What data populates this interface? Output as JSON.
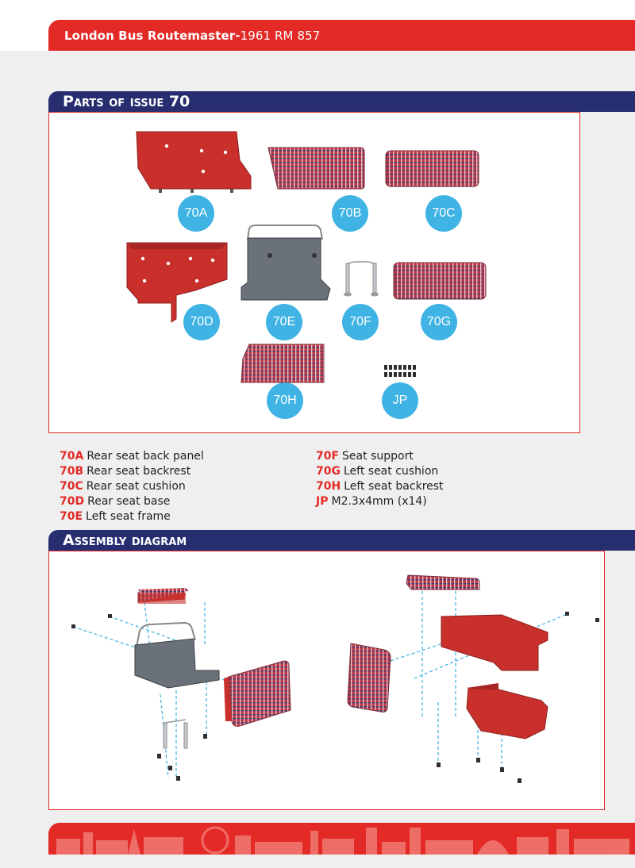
{
  "header": {
    "title_bold": "London Bus Routemaster-",
    "title_rest": "1961 RM 857"
  },
  "parts_section": {
    "title": "Parts of issue 70"
  },
  "badges": {
    "a": "70A",
    "b": "70B",
    "c": "70C",
    "d": "70D",
    "e": "70E",
    "f": "70F",
    "g": "70G",
    "h": "70H",
    "jp": "JP"
  },
  "legend": {
    "left": [
      {
        "code": "70A",
        "desc": "Rear seat back panel"
      },
      {
        "code": "70B",
        "desc": "Rear seat backrest"
      },
      {
        "code": "70C",
        "desc": "Rear seat cushion"
      },
      {
        "code": "70D",
        "desc": "Rear seat base"
      },
      {
        "code": "70E",
        "desc": "Left seat frame"
      }
    ],
    "right": [
      {
        "code": "70F",
        "desc": "Seat support"
      },
      {
        "code": "70G",
        "desc": "Left seat cushion"
      },
      {
        "code": "70H",
        "desc": "Left seat backrest"
      },
      {
        "code": "JP",
        "desc": "M2.3x4mm (x14)"
      }
    ]
  },
  "assembly_section": {
    "title": "Assembly diagram"
  },
  "colors": {
    "red": "#e32a26",
    "navy": "#262e6f",
    "badge": "#3fb3e3"
  }
}
